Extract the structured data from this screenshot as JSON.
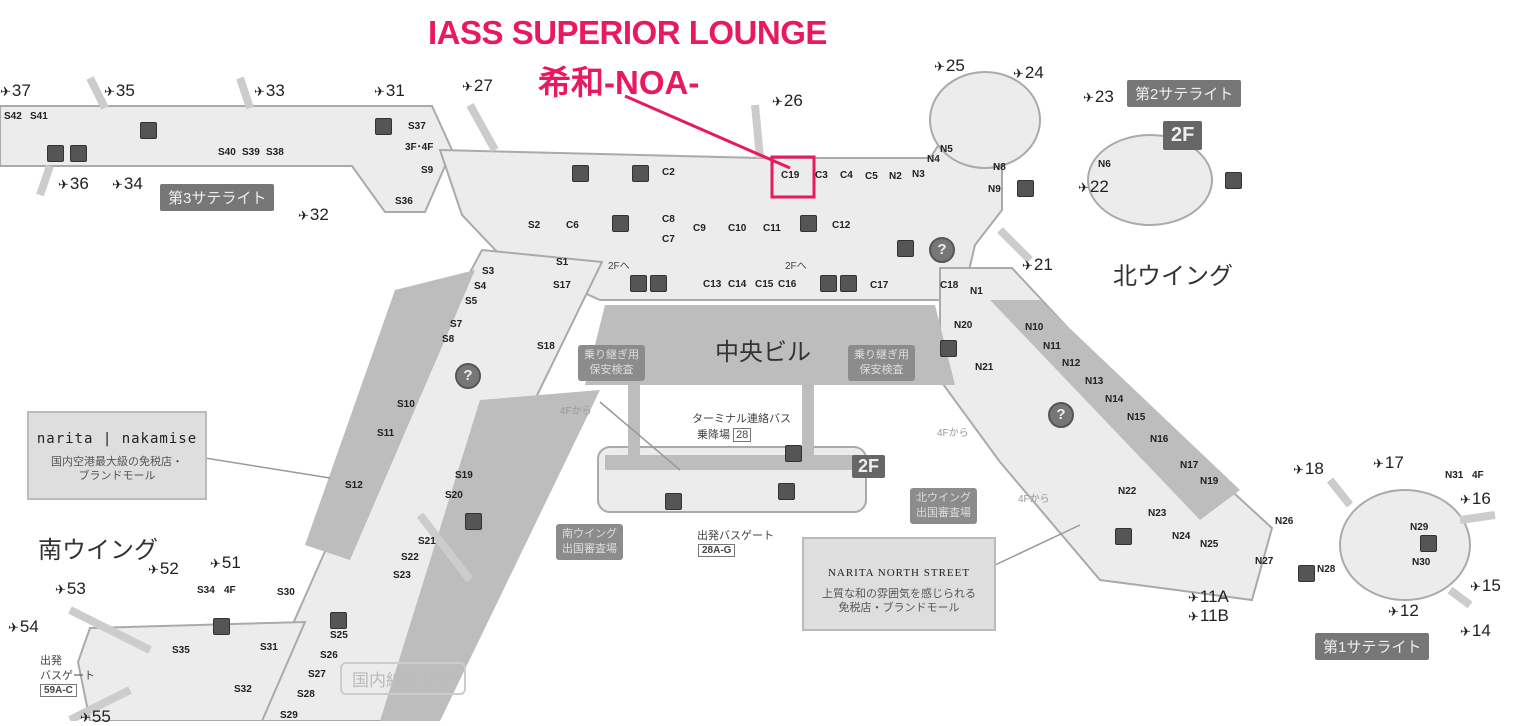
{
  "annotation": {
    "title": "IASS SUPERIOR LOUNGE",
    "subtitle": "希和-NOA-",
    "highlight_spot": "C19",
    "accent_color": "#e8195c"
  },
  "gates": [
    "37",
    "35",
    "33",
    "31",
    "27",
    "26",
    "25",
    "24",
    "23",
    "36",
    "34",
    "32",
    "22",
    "21",
    "18",
    "17",
    "16",
    "15",
    "14",
    "12",
    "11A",
    "11B",
    "52",
    "51",
    "53",
    "54",
    "55"
  ],
  "spots": [
    "S42",
    "S41",
    "S40",
    "S39",
    "S38",
    "S37",
    "3F･4F",
    "S9",
    "S36",
    "S2",
    "C6",
    "C2",
    "C3",
    "C4",
    "C5",
    "N2",
    "N3",
    "N4",
    "N5",
    "N8",
    "N9",
    "N6",
    "C8",
    "C7",
    "C9",
    "C10",
    "C11",
    "C12",
    "S1",
    "S17",
    "C13",
    "C14",
    "C15",
    "C16",
    "C17",
    "C18",
    "N1",
    "S3",
    "S4",
    "S5",
    "S7",
    "S8",
    "S18",
    "S10",
    "S11",
    "S12",
    "S19",
    "S20",
    "S21",
    "S22",
    "S23",
    "S30",
    "S34",
    "4F",
    "S35",
    "S31",
    "S32",
    "S25",
    "S26",
    "S27",
    "S28",
    "S29",
    "N20",
    "N21",
    "N10",
    "N11",
    "N12",
    "N13",
    "N14",
    "N15",
    "N16",
    "N17",
    "N19",
    "N22",
    "N23",
    "N24",
    "N25",
    "N26",
    "N27",
    "N28",
    "N29",
    "N30",
    "N31",
    "4F"
  ],
  "areas": {
    "satellite3": "第3サテライト",
    "satellite2": "第2サテライト",
    "satellite1": "第1サテライト",
    "floor_2f": "2F",
    "north_wing": "北ウイング",
    "south_wing": "南ウイング",
    "central": "中央ビル",
    "transfer_security": "乗り継ぎ用\n保安検査",
    "south_immigration": "南ウイング\n出国審査場",
    "north_immigration": "北ウイング\n出国審査場",
    "domestic": "国内線エリア",
    "to_2f": "2Fへ",
    "from_4f": "4Fから"
  },
  "bus": {
    "terminal_bus": "ターミナル連絡バス",
    "terminal_bus_stop": "乗降場",
    "terminal_bus_num": "28",
    "departure_gate": "出発バスゲート",
    "departure_gate_num": "28A-G",
    "south_departure": "出発",
    "south_gate": "バスゲート",
    "south_gate_num": "59A-C"
  },
  "shops": {
    "nakamise_logo": "narita | nakamise",
    "nakamise_desc": "国内空港最大級の免税店・\nブランドモール",
    "north_street_logo": "NARITA NORTH STREET",
    "north_street_desc": "上質な和の雰囲気を感じられる\n免税店・ブランドモール"
  },
  "info_icon": "?"
}
